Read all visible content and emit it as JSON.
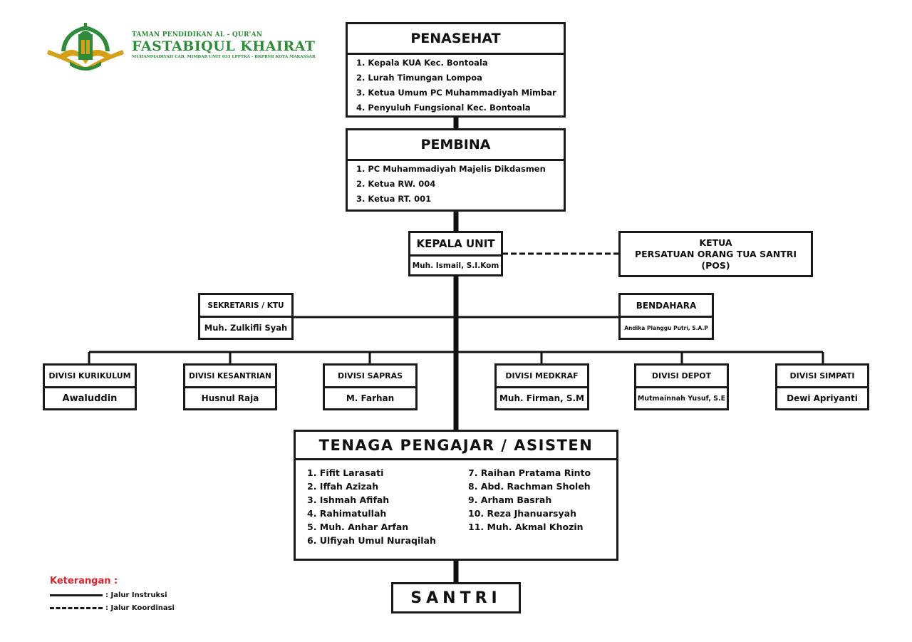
{
  "logo": {
    "line1": "TAMAN PENDIDIKAN AL - QUR'AN",
    "line2": "FASTABIQUL KHAIRAT",
    "line3": "MUHAMMADIYAH CAB. MIMBAR UNIT 033 LPPTKA - BKPRMI KOTA MAKASSAR",
    "colors": {
      "green": "#2e8b3a",
      "gold": "#d4a017"
    }
  },
  "penasehat": {
    "title": "PENASEHAT",
    "items": [
      "1. Kepala KUA Kec. Bontoala",
      "2. Lurah Timungan Lompoa",
      "3. Ketua Umum PC Muhammadiyah Mimbar",
      "4. Penyuluh Fungsional Kec. Bontoala"
    ]
  },
  "pembina": {
    "title": "PEMBINA",
    "items": [
      "1. PC Muhammadiyah Majelis Dikdasmen",
      "2. Ketua RW. 004",
      "3. Ketua RT. 001"
    ]
  },
  "kepala_unit": {
    "title": "KEPALA UNIT",
    "name": "Muh. Ismail, S.I.Kom"
  },
  "ketua_pos": {
    "line1": "KETUA",
    "line2": "PERSATUAN ORANG TUA SANTRI",
    "line3": "(POS)"
  },
  "sekretaris": {
    "title": "SEKRETARIS / KTU",
    "name": "Muh. Zulkifli Syah"
  },
  "bendahara": {
    "title": "BENDAHARA",
    "name": "Andika Planggu Putri, S.A.P"
  },
  "divisions": [
    {
      "title": "DIVISI KURIKULUM",
      "name": "Awaluddin"
    },
    {
      "title": "DIVISI KESANTRIAN",
      "name": "Husnul Raja"
    },
    {
      "title": "DIVISI SAPRAS",
      "name": "M. Farhan"
    },
    {
      "title": "DIVISI MEDKRAF",
      "name": "Muh. Firman, S.M"
    },
    {
      "title": "DIVISI DEPOT",
      "name": "Mutmainnah Yusuf, S.E"
    },
    {
      "title": "DIVISI SIMPATI",
      "name": "Dewi Apriyanti"
    }
  ],
  "tenaga": {
    "title": "TENAGA PENGAJAR / ASISTEN",
    "col1": [
      "1. Fifit Larasati",
      "2. Iffah Azizah",
      "3. Ishmah Afifah",
      "4. Rahimatullah",
      "5. Muh. Anhar Arfan",
      "6. Ulfiyah Umul Nuraqilah"
    ],
    "col2": [
      "7. Raihan Pratama Rinto",
      "8. Abd. Rachman Sholeh",
      "9. Arham Basrah",
      "10. Reza Jhanuarsyah",
      "11. Muh. Akmal Khozin"
    ]
  },
  "santri": {
    "title": "SANTRI"
  },
  "legend": {
    "title": "Keterangan :",
    "instruksi": ": Jalur Instruksi",
    "koordinasi": ": Jalur Koordinasi"
  }
}
